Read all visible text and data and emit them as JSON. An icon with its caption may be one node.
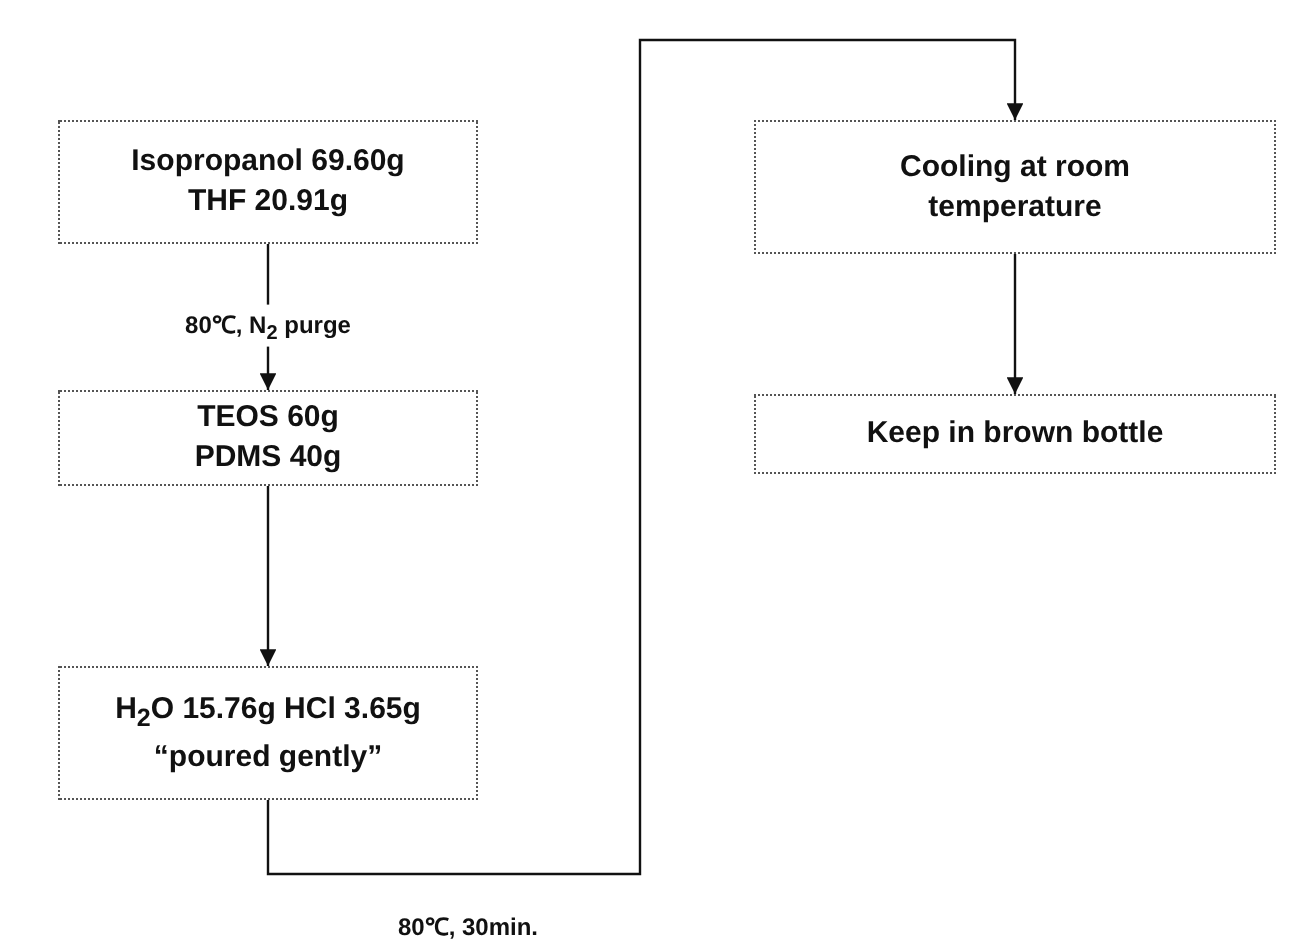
{
  "diagram": {
    "nodes": [
      {
        "text": [
          "Isopropanol 69.60g",
          "THF 20.91g"
        ]
      },
      {
        "text": [
          "TEOS 60g",
          "PDMS 40g"
        ]
      },
      {
        "text": [
          "H$_{2}$O 15.76g HCl 3.65g",
          "“poured gently”"
        ]
      },
      {
        "text": [
          "Cooling at room temperature"
        ]
      },
      {
        "text": [
          "Keep in brown bottle"
        ]
      }
    ],
    "edges": [
      {
        "from": 0,
        "to": 1,
        "arrow": "to",
        "label": "80℃, N$_{2}$ purge"
      },
      {
        "from": 1,
        "to": 2,
        "arrow": "to"
      },
      {
        "from": 2,
        "to": 3,
        "arrow": "to",
        "label": "80℃, 30min."
      },
      {
        "from": 3,
        "to": 4,
        "arrow": "to"
      }
    ]
  }
}
